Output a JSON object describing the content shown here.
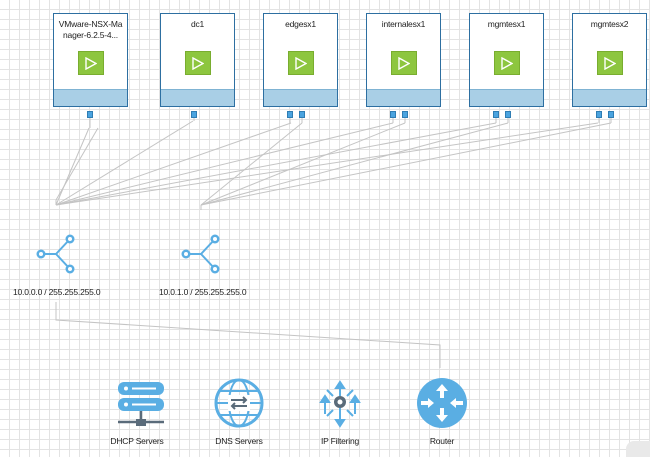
{
  "vms": [
    {
      "name": "VMware-NSX-Manager-6.2.5-4...",
      "ports": 1
    },
    {
      "name": "dc1",
      "ports": 1
    },
    {
      "name": "edgesx1",
      "ports": 2
    },
    {
      "name": "internalesx1",
      "ports": 2
    },
    {
      "name": "mgmtesx1",
      "ports": 2
    },
    {
      "name": "mgmtesx2",
      "ports": 2
    }
  ],
  "networks": [
    {
      "label": "10.0.0.0 / 255.255.255.0",
      "icon": "network-switch-icon"
    },
    {
      "label": "10.0.1.0 / 255.255.255.0",
      "icon": "network-switch-icon"
    }
  ],
  "services": [
    {
      "label": "DHCP Servers",
      "icon": "dhcp-server-icon"
    },
    {
      "label": "DNS Servers",
      "icon": "dns-server-icon"
    },
    {
      "label": "IP Filtering",
      "icon": "ip-filtering-icon"
    },
    {
      "label": "Router",
      "icon": "router-icon"
    }
  ],
  "colors": {
    "vm_border": "#2d6fa1",
    "vm_footer": "#a9cfe6",
    "play": "#8dc63f",
    "network_icon": "#5aaee3",
    "service_icon": "#5aaee3",
    "wire": "#c4c4c4",
    "grid": "#e3e3e3"
  }
}
